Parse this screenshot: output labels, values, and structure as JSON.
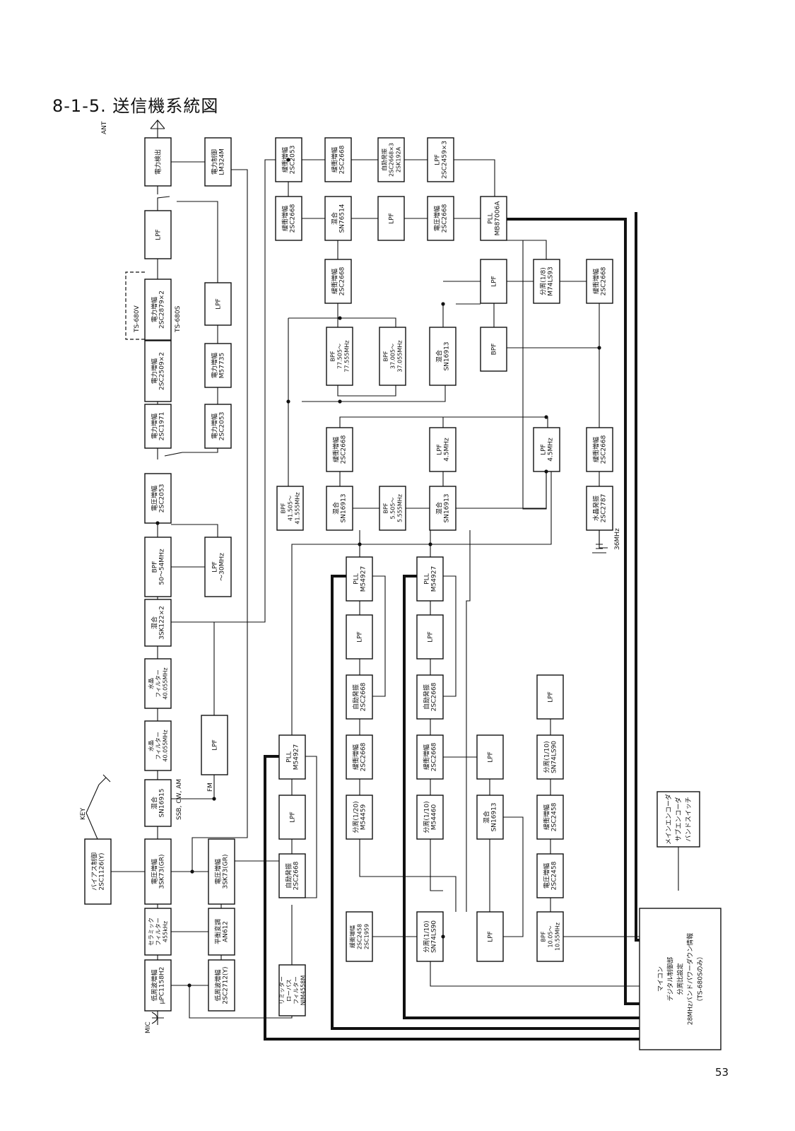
{
  "heading": "8-1-5. 送信機系統図",
  "page_number": "53",
  "labels": {
    "ant": "ANT",
    "mic": "MIC",
    "key": "KEY",
    "ts680v": "TS-680V",
    "ts680s": "TS-680S",
    "ssb": "SSB, CW, AM",
    "fm": "FM",
    "xtal36": "36MHz"
  },
  "blocks": [
    {
      "id": "power-detect",
      "lines": [
        "電力検出"
      ]
    },
    {
      "id": "power-control",
      "lines": [
        "電力制御",
        "LM324M"
      ]
    },
    {
      "id": "lpf-out",
      "lines": [
        "LPF"
      ]
    },
    {
      "id": "pa-final",
      "lines": [
        "電力増幅",
        "2SC2879×2"
      ]
    },
    {
      "id": "lpf-v",
      "lines": [
        "LPF"
      ]
    },
    {
      "id": "pa-2509",
      "lines": [
        "電力増幅",
        "2SC2509×2"
      ]
    },
    {
      "id": "pa-m57735",
      "lines": [
        "電力増幅",
        "M57735"
      ]
    },
    {
      "id": "pa-1971",
      "lines": [
        "電力増幅",
        "2SC1971"
      ]
    },
    {
      "id": "pa-2053v",
      "lines": [
        "電力増幅",
        "2SC2053"
      ]
    },
    {
      "id": "va-2053",
      "lines": [
        "電圧増幅",
        "2SC2053"
      ]
    },
    {
      "id": "bpf-50",
      "lines": [
        "BPF",
        "50～54MHz"
      ]
    },
    {
      "id": "lpf-30",
      "lines": [
        "LPF",
        "～30MHz"
      ]
    },
    {
      "id": "mix-3sk122",
      "lines": [
        "混合",
        "3SK122×2"
      ]
    },
    {
      "id": "xtal-filter-1",
      "lines": [
        "水晶",
        "フィルター",
        "40.055MHz"
      ]
    },
    {
      "id": "xtal-filter-2",
      "lines": [
        "水晶",
        "フィルター",
        "40.055MHz"
      ]
    },
    {
      "id": "lpf-fm",
      "lines": [
        "LPF"
      ]
    },
    {
      "id": "mix-sn16915",
      "lines": [
        "混合",
        "SN16915"
      ]
    },
    {
      "id": "bias-control",
      "lines": [
        "バイアス制御",
        "2SC1126(Y)"
      ]
    },
    {
      "id": "va-3sk73-a",
      "lines": [
        "電圧増幅",
        "3SK73(GR)"
      ]
    },
    {
      "id": "va-3sk73-b",
      "lines": [
        "電圧増幅",
        "3SK73(GR)"
      ]
    },
    {
      "id": "ceramic-filter",
      "lines": [
        "セラミック",
        "フィルター",
        "455kHz"
      ]
    },
    {
      "id": "bal-mod",
      "lines": [
        "平衡変調",
        "AN612"
      ]
    },
    {
      "id": "af-amp-1",
      "lines": [
        "低周波増幅",
        "μPC1158H2"
      ]
    },
    {
      "id": "af-amp-2",
      "lines": [
        "低周波増幅",
        "2SC2712(Y)"
      ]
    },
    {
      "id": "limiter",
      "lines": [
        "リミッター",
        "ローパス",
        "フィルター",
        "NJM4558M"
      ]
    },
    {
      "id": "buf-2053",
      "lines": [
        "緩衝増幅",
        "2SC2053"
      ]
    },
    {
      "id": "buf-2668-a",
      "lines": [
        "緩衝増幅",
        "2SC2668"
      ]
    },
    {
      "id": "osc-2668x3",
      "lines": [
        "自励発振",
        "2SC2668×3",
        "2SK192A"
      ]
    },
    {
      "id": "lpf-2459",
      "lines": [
        "LPF",
        "2SC2459×3"
      ]
    },
    {
      "id": "buf-2668-b",
      "lines": [
        "緩衝増幅",
        "2SC2668"
      ]
    },
    {
      "id": "mix-sn76514",
      "lines": [
        "混合",
        "SN76514"
      ]
    },
    {
      "id": "lpf-mid",
      "lines": [
        "LPF"
      ]
    },
    {
      "id": "va-2668",
      "lines": [
        "電圧増幅",
        "2SC2668"
      ]
    },
    {
      "id": "pll-mb87006a",
      "lines": [
        "PLL",
        "MB87006A"
      ]
    },
    {
      "id": "buf-2668-c",
      "lines": [
        "緩衝増幅",
        "2SC2668"
      ]
    },
    {
      "id": "lpf-right",
      "lines": [
        "LPF"
      ]
    },
    {
      "id": "div-8",
      "lines": [
        "分周(1/8)",
        "M74LS93"
      ]
    },
    {
      "id": "buf-2668-d",
      "lines": [
        "緩衝増幅",
        "2SC2668"
      ]
    },
    {
      "id": "bpf-77",
      "lines": [
        "BPF",
        "77.505～",
        "77.555MHz"
      ]
    },
    {
      "id": "bpf-37",
      "lines": [
        "BPF",
        "37.005～",
        "37.055MHz"
      ]
    },
    {
      "id": "mix-sn16913-a",
      "lines": [
        "混合",
        "SN16913"
      ]
    },
    {
      "id": "bpf-r",
      "lines": [
        "BPF"
      ]
    },
    {
      "id": "buf-2668-e",
      "lines": [
        "緩衝増幅",
        "2SC2668"
      ]
    },
    {
      "id": "lpf-45a",
      "lines": [
        "LPF",
        "4.5MHz"
      ]
    },
    {
      "id": "lpf-45b",
      "lines": [
        "LPF",
        "4.5MHz"
      ]
    },
    {
      "id": "buf-2668-f",
      "lines": [
        "緩衝増幅",
        "2SC2668"
      ]
    },
    {
      "id": "bpf-41",
      "lines": [
        "BPF",
        "41.505～",
        "41.555MHz"
      ]
    },
    {
      "id": "mix-sn16913-b",
      "lines": [
        "混合",
        "SN16913"
      ]
    },
    {
      "id": "bpf-5",
      "lines": [
        "BPF",
        "5.505～",
        "5.555MHz"
      ]
    },
    {
      "id": "mix-sn16913-c",
      "lines": [
        "混合",
        "SN16913"
      ]
    },
    {
      "id": "xtal-osc",
      "lines": [
        "水晶発振",
        "2SC2787"
      ]
    },
    {
      "id": "pll-m54927-a",
      "lines": [
        "PLL",
        "M54927"
      ]
    },
    {
      "id": "pll-m54927-b",
      "lines": [
        "PLL",
        "M54927"
      ]
    },
    {
      "id": "lpf-c1",
      "lines": [
        "LPF"
      ]
    },
    {
      "id": "lpf-c2",
      "lines": [
        "LPF"
      ]
    },
    {
      "id": "osc-c1",
      "lines": [
        "自励発振",
        "2SC2668"
      ]
    },
    {
      "id": "osc-c2",
      "lines": [
        "自励発振",
        "2SC2668"
      ]
    },
    {
      "id": "lpf-c3",
      "lines": [
        "LPF"
      ]
    },
    {
      "id": "buf-c1",
      "lines": [
        "緩衝増幅",
        "2SC2668"
      ]
    },
    {
      "id": "buf-c2",
      "lines": [
        "緩衝増幅",
        "2SC2668"
      ]
    },
    {
      "id": "lpf-c4",
      "lines": [
        "LPF"
      ]
    },
    {
      "id": "div-c3",
      "lines": [
        "分周(1/10)",
        "SN74LS90"
      ]
    },
    {
      "id": "pll-m54927-c",
      "lines": [
        "PLL",
        "M54927"
      ]
    },
    {
      "id": "div-20",
      "lines": [
        "分周(1/20)",
        "M54459"
      ]
    },
    {
      "id": "div-10a",
      "lines": [
        "分周(1/10)",
        "M54460"
      ]
    },
    {
      "id": "mix-sn16913-d",
      "lines": [
        "混合",
        "SN16913"
      ]
    },
    {
      "id": "buf-2458",
      "lines": [
        "緩衝増幅",
        "2SC2458"
      ]
    },
    {
      "id": "lpf-c5",
      "lines": [
        "LPF"
      ]
    },
    {
      "id": "osc-c3",
      "lines": [
        "自励発振",
        "2SC2668"
      ]
    },
    {
      "id": "buf-1959",
      "lines": [
        "緩衝増幅",
        "2SC2458",
        "2SC1959"
      ]
    },
    {
      "id": "div-10b",
      "lines": [
        "分周(1/10)",
        "SN74LS90"
      ]
    },
    {
      "id": "lpf-c6",
      "lines": [
        "LPF"
      ]
    },
    {
      "id": "va-2458",
      "lines": [
        "電圧増幅",
        "2SC2458"
      ]
    },
    {
      "id": "bpf-10",
      "lines": [
        "BPF",
        "10.05～",
        "10.55MHz"
      ]
    },
    {
      "id": "encoder",
      "lines": [
        "メインエンコーダ",
        "サブエンコーダ",
        "バンドスイッチ"
      ]
    },
    {
      "id": "micom",
      "lines": [
        "マイコン",
        "デジタル制御部",
        "分周比設定",
        "28MHzバンドパワーダウン情報",
        "（TS-680Sのみ）"
      ]
    }
  ]
}
